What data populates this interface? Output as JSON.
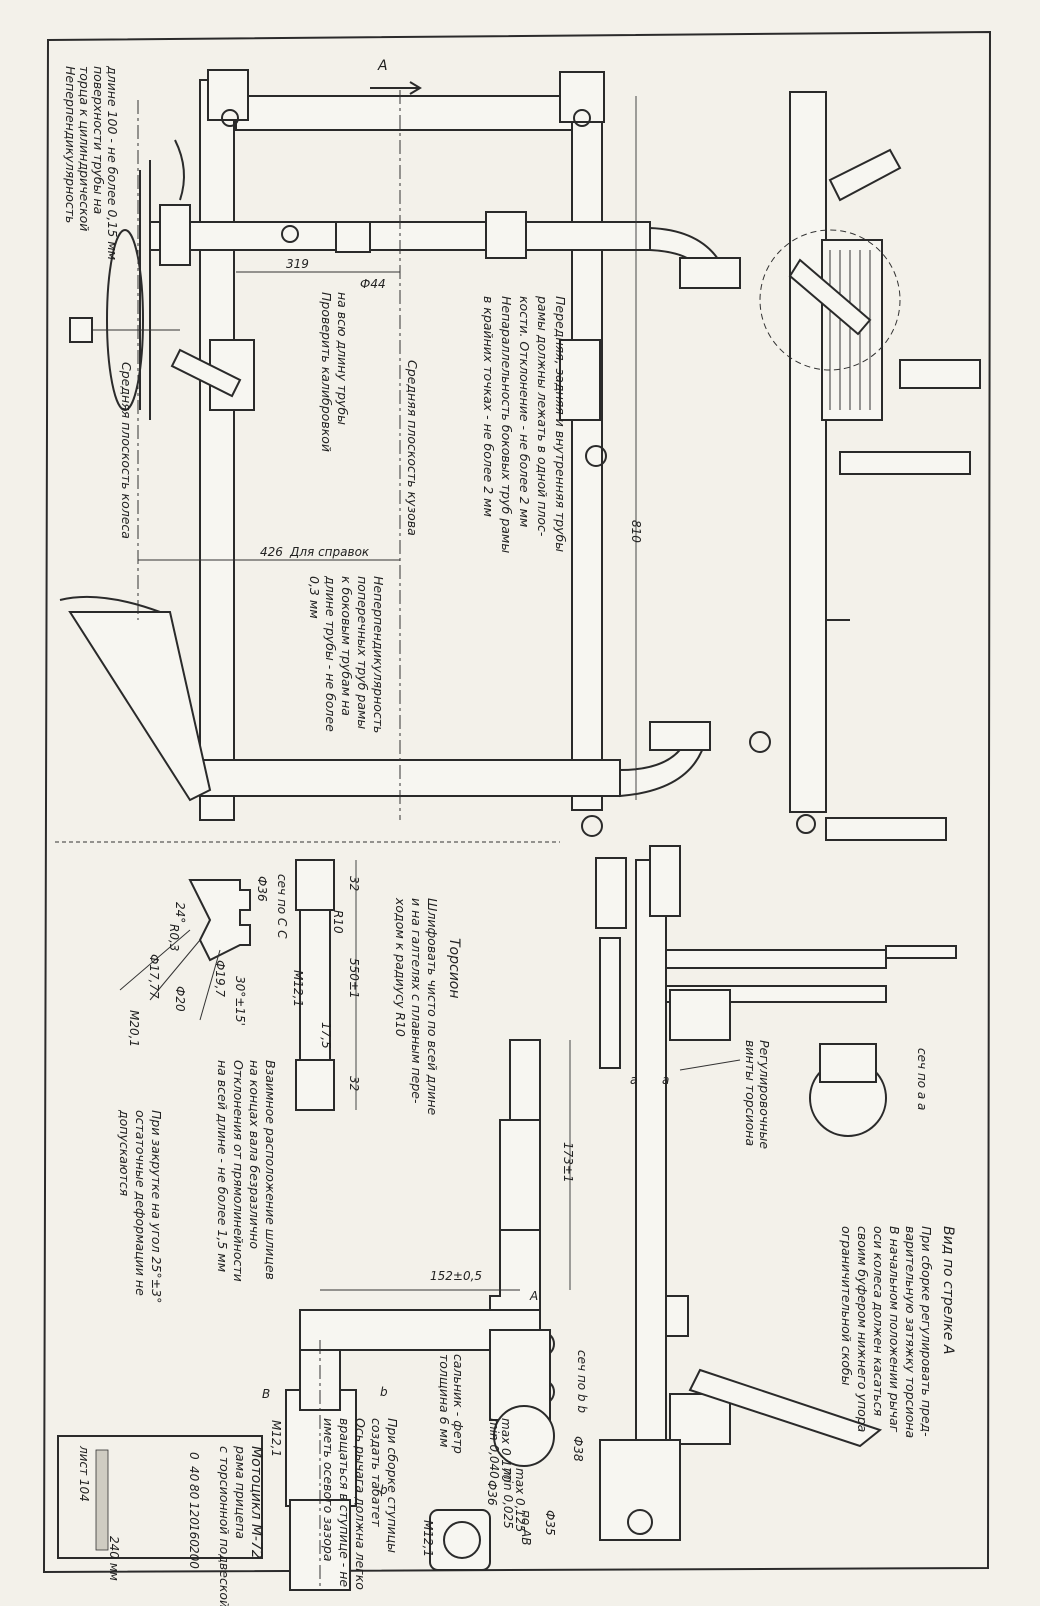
{
  "notes": {
    "perp_tube_1": "Неперпендикулярность",
    "perp_tube_2": "торца к цилиндрической",
    "perp_tube_3": "поверхности трубы на",
    "perp_tube_4": "длине 100 - не более 0,15 мм",
    "frame_1": "Передняя, задняя и внутренняя трубы",
    "frame_2": "рамы должны лежать в одной плос-",
    "frame_3": "кости. Отклонение - не более 2 мм",
    "frame_4": "Непараллельность боковых труб рамы",
    "frame_5": "в крайних точках - не более 2 мм",
    "calib_1": "Проверить калибровкой",
    "calib_2": "на всю длину трубы",
    "wheel_plane": "Средняя плоскость колеса",
    "body_plane": "Средняя плоскость кузова",
    "ref": "Для справок",
    "perp_cross_1": "Неперпендикулярность",
    "perp_cross_2": "поперечных труб рамы",
    "perp_cross_3": "к боковым трубам на",
    "perp_cross_4": "длине трубы - не более",
    "perp_cross_5": "0,3 мм",
    "torsion_title": "Торсион",
    "torsion_1": "Шлифовать чисто по всей длине",
    "torsion_2": "и на галтелях с плавным пере-",
    "torsion_3": "ходом к радиусу R10",
    "torsion_sec": "сеч по С С",
    "splines_1": "Взаимное расположение шлицев",
    "splines_2": "на концах вала безразлично",
    "splines_3": "Отклонения от прямолинейности",
    "splines_4": "на всей длине - не более 1,5 мм",
    "twist_1": "При закрутке на угол 25°±3°",
    "twist_2": "остаточные деформации не",
    "twist_3": "допускаются",
    "hub_1": "При сборке ступицы",
    "hub_2": "создать табатет",
    "hub_3": "Ось рычага должна легко",
    "hub_4": "вращаться в ступице - не",
    "hub_5": "иметь осевого зазора",
    "seal": "сальник - фетр",
    "seal_2": "толщина 6 мм",
    "view_a": "Вид по стрелке А",
    "view_a_1": "При сборке регулировать пред-",
    "view_a_2": "варительную затяжку торсиона",
    "view_a_3": "В начальном положении рычаг",
    "view_a_4": "оси колеса должен касаться",
    "view_a_5": "своим буфером нижнего упора",
    "view_a_6": "ограничительной скобы",
    "reg_1": "Регулировочные",
    "reg_2": "винты торсиона",
    "sec_aa": "сеч по а а",
    "sec_bb": "сеч по b b",
    "sec_av": "по АВ",
    "arrow_a": "А"
  },
  "dims": {
    "d319": "319",
    "d44": "Ф44",
    "d426": "426",
    "d810": "810",
    "d550": "550±1",
    "d32a": "32",
    "d32b": "32",
    "d175": "17,5",
    "r10": "R10",
    "m121": "М12,1",
    "d1731": "173±1",
    "d152": "152±0,5",
    "phi38": "Ф38",
    "phi35": "Ф35",
    "phi36": "Ф36",
    "r03": "R0,3",
    "phi1777": "Ф17,77",
    "phi20": "Ф20",
    "phi197": "Ф19,7",
    "ang24": "24°",
    "ang30": "30°±15'",
    "m201": "М20,1",
    "tmax1": "max 0,170",
    "tmin1": "min 0,040",
    "tmax2": "max 0,125",
    "tmin2": "min 0,025",
    "aa": "а",
    "bb": "b",
    "b1": "В",
    "a1": "А"
  },
  "title_block": {
    "line1": "Мотоцикл М-72",
    "line2": "рама прицепа",
    "line3": "с торсионной подвеской колеса",
    "sheet": "лист 104",
    "scale_0": "0",
    "scale_40": "40",
    "scale_80": "80",
    "scale_120": "120",
    "scale_160": "160",
    "scale_200": "200",
    "scale_240": "240 мм"
  }
}
